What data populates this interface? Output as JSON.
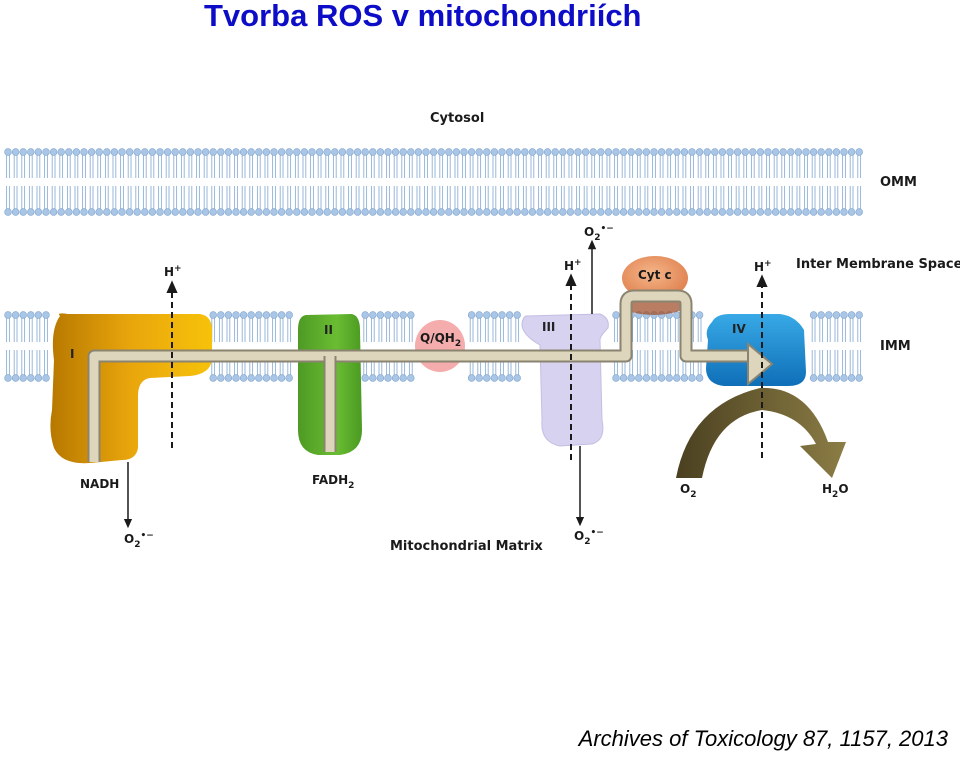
{
  "title": "Tvorba ROS v mitochondriích",
  "citation": "Archives of Toxicology 87, 1157, 2013",
  "diagram": {
    "regions": {
      "cytosol": "Cytosol",
      "omm": "OMM",
      "ims": "Inter Membrane Space",
      "imm": "IMM",
      "matrix": "Mitochondrial Matrix"
    },
    "complexes": {
      "c1": "I",
      "c2": "II",
      "c3": "III",
      "c4": "IV",
      "cytc": "Cyt c",
      "q_main": "Q/QH",
      "q_sub": "2"
    },
    "molecules": {
      "nadh": "NADH",
      "fadh_main": "FADH",
      "fadh_sub": "2",
      "o2_main": "O",
      "o2_sub": "2",
      "h2o_h": "H",
      "h2o_sub": "2",
      "h2o_o": "O",
      "superoxide_main": "O",
      "superoxide_sub": "2",
      "superoxide_sup": "•−",
      "proton_main": "H",
      "proton_sup": "+"
    },
    "colors": {
      "lipid_head": "#a9c6e6",
      "lipid_tail": "#8fb0d6",
      "complex_I": "#e8a80c",
      "complex_II": "#5aa52a",
      "complex_III": "#d7d2f0",
      "complex_IV": "#1b86d1",
      "cyt_c": "#f0a070",
      "q": "#f4a8a8",
      "electron_path": "#d9d1b8",
      "o2_arrow": "#6e6030"
    }
  }
}
